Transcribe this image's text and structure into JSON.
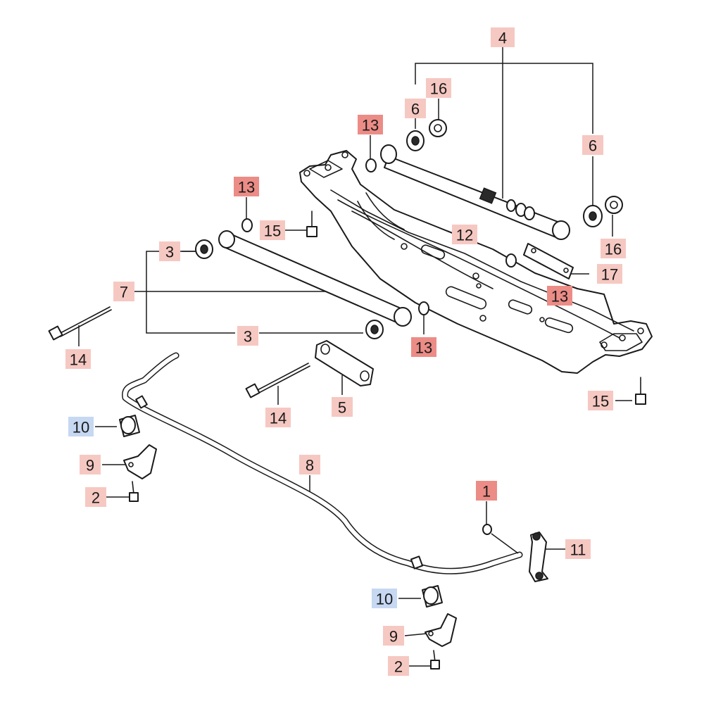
{
  "palette": {
    "callout_light": "#f6c8c2",
    "callout_dark": "#ec8c86",
    "callout_blue": "#c6d8f2",
    "line": "#1a1a1a",
    "background": "#ffffff"
  },
  "callouts": [
    {
      "id": "c-4",
      "label": "4",
      "style": "light"
    },
    {
      "id": "c-16-top",
      "label": "16",
      "style": "light"
    },
    {
      "id": "c-6-left",
      "label": "6",
      "style": "light"
    },
    {
      "id": "c-13-top",
      "label": "13",
      "style": "dark"
    },
    {
      "id": "c-6-right",
      "label": "6",
      "style": "light"
    },
    {
      "id": "c-13-mid",
      "label": "13",
      "style": "dark"
    },
    {
      "id": "c-15-left",
      "label": "15",
      "style": "light"
    },
    {
      "id": "c-16-right",
      "label": "16",
      "style": "light"
    },
    {
      "id": "c-12",
      "label": "12",
      "style": "light"
    },
    {
      "id": "c-3-top",
      "label": "3",
      "style": "light"
    },
    {
      "id": "c-17",
      "label": "17",
      "style": "light"
    },
    {
      "id": "c-7",
      "label": "7",
      "style": "light"
    },
    {
      "id": "c-13-right",
      "label": "13",
      "style": "dark"
    },
    {
      "id": "c-3-bottom",
      "label": "3",
      "style": "light"
    },
    {
      "id": "c-13-low",
      "label": "13",
      "style": "dark"
    },
    {
      "id": "c-14-left",
      "label": "14",
      "style": "light"
    },
    {
      "id": "c-15-right",
      "label": "15",
      "style": "light"
    },
    {
      "id": "c-5",
      "label": "5",
      "style": "light"
    },
    {
      "id": "c-14-mid",
      "label": "14",
      "style": "light"
    },
    {
      "id": "c-10-top",
      "label": "10",
      "style": "blue"
    },
    {
      "id": "c-9-top",
      "label": "9",
      "style": "light"
    },
    {
      "id": "c-8",
      "label": "8",
      "style": "light"
    },
    {
      "id": "c-2-top",
      "label": "2",
      "style": "light"
    },
    {
      "id": "c-1",
      "label": "1",
      "style": "dark"
    },
    {
      "id": "c-11",
      "label": "11",
      "style": "light"
    },
    {
      "id": "c-10-bottom",
      "label": "10",
      "style": "blue"
    },
    {
      "id": "c-9-bottom",
      "label": "9",
      "style": "light"
    },
    {
      "id": "c-2-bottom",
      "label": "2",
      "style": "light"
    }
  ]
}
